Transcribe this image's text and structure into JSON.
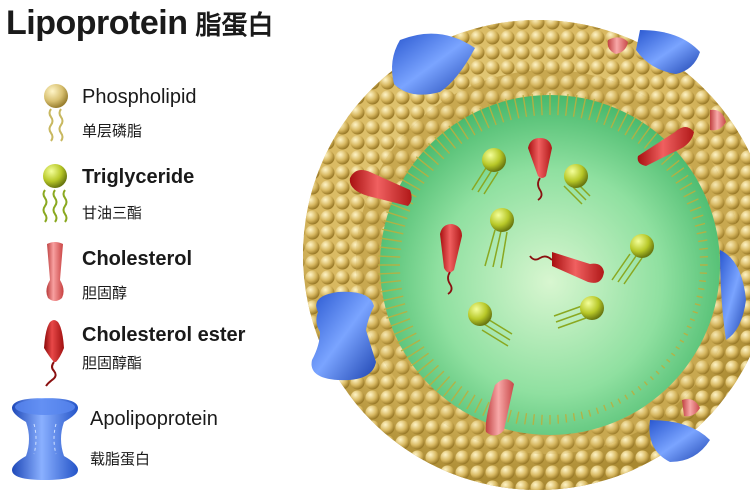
{
  "title": {
    "en": "Lipoprotein",
    "zh": "脂蛋白"
  },
  "legend": [
    {
      "en": "Phospholipid",
      "zh": "单层磷脂",
      "icon": "phospholipid-icon"
    },
    {
      "en": "Triglyceride",
      "zh": "甘油三酯",
      "icon": "triglyceride-icon"
    },
    {
      "en": "Cholesterol",
      "zh": "胆固醇",
      "icon": "cholesterol-icon"
    },
    {
      "en": "Cholesterol ester",
      "zh": "胆固醇酯",
      "icon": "cholesterol-ester-icon"
    },
    {
      "en": "Apolipoprotein",
      "zh": "载脂蛋白",
      "icon": "apolipoprotein-icon"
    }
  ],
  "colors": {
    "phospholipid_head": "#d8c070",
    "triglyceride_head": "#b8c828",
    "cholesterol": "#e06060",
    "cholesterol_ester": "#c81818",
    "apolipoprotein": "#3a6ee0",
    "core": "#7fd89a",
    "tail": "#b8b040"
  }
}
